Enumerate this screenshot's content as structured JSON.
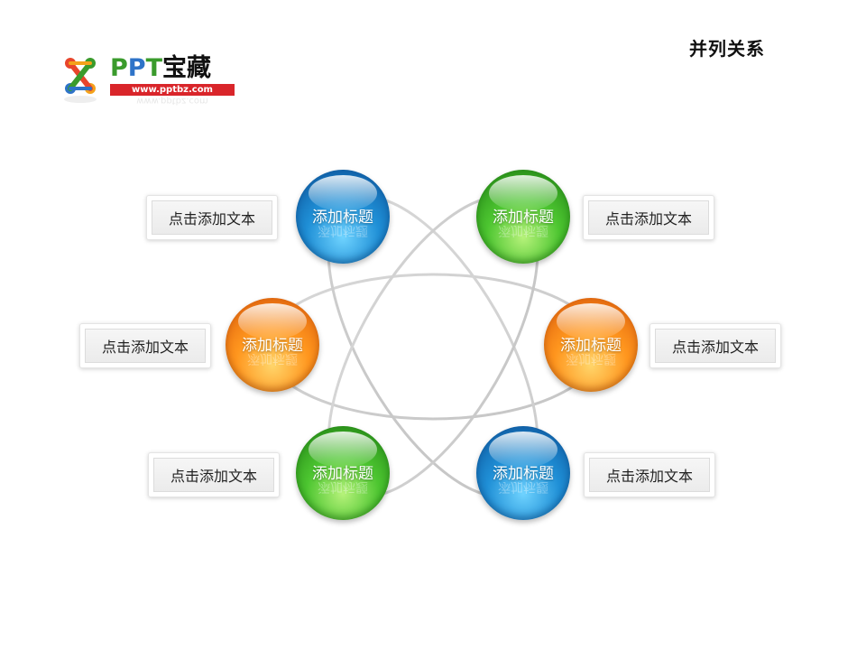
{
  "page": {
    "title": "并列关系"
  },
  "logo": {
    "p1": "P",
    "p2": "P",
    "p3": "T",
    "cn": "宝藏",
    "url": "www.pptbz.com",
    "url_reflect": "www.pptbz.com"
  },
  "nodes": [
    {
      "title": "添加标题",
      "text": "点击添加文本",
      "color": "#1f8fd6"
    },
    {
      "title": "添加标题",
      "text": "点击添加文本",
      "color": "#4cc530"
    },
    {
      "title": "添加标题",
      "text": "点击添加文本",
      "color": "#ff961e"
    },
    {
      "title": "添加标题",
      "text": "点击添加文本",
      "color": "#ff961e"
    },
    {
      "title": "添加标题",
      "text": "点击添加文本",
      "color": "#4cc530"
    },
    {
      "title": "添加标题",
      "text": "点击添加文本",
      "color": "#1f8fd6"
    }
  ]
}
